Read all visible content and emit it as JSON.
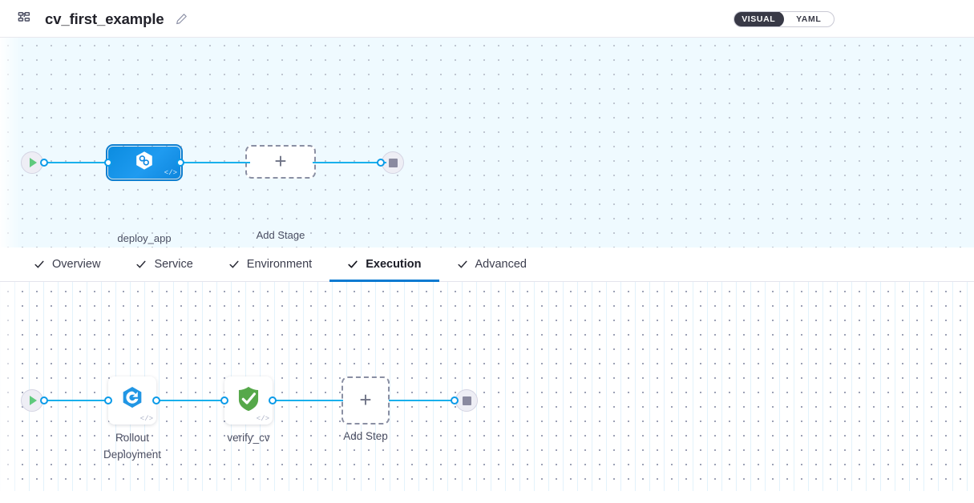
{
  "header": {
    "pipeline_icon": "pipeline-icon",
    "title": "cv_first_example",
    "edit_icon": "pencil-edit-icon",
    "view_toggle": {
      "options": [
        {
          "label": "VISUAL",
          "active": true
        },
        {
          "label": "YAML",
          "active": false
        }
      ]
    }
  },
  "stage_canvas": {
    "background_color": "#effaff",
    "start_node": {
      "name": "pipeline-start",
      "icon": "play-icon"
    },
    "end_node": {
      "name": "pipeline-end",
      "icon": "stop-icon"
    },
    "stages": [
      {
        "label": "deploy_app",
        "icon": "harness-deploy-icon",
        "code_glyph": "</>",
        "selected": true,
        "accent": "#0d8fe3"
      }
    ],
    "add_stage": {
      "label": "Add Stage",
      "icon": "plus-icon"
    }
  },
  "tabs": [
    {
      "label": "Overview",
      "icon": "check-icon",
      "active": false
    },
    {
      "label": "Service",
      "icon": "check-icon",
      "active": false
    },
    {
      "label": "Environment",
      "icon": "check-icon",
      "active": false
    },
    {
      "label": "Execution",
      "icon": "check-icon",
      "active": true
    },
    {
      "label": "Advanced",
      "icon": "check-icon",
      "active": false
    }
  ],
  "execution_canvas": {
    "background_color": "#ffffff",
    "start_node": {
      "name": "execution-start",
      "icon": "play-icon"
    },
    "end_node": {
      "name": "execution-end",
      "icon": "stop-icon"
    },
    "steps": [
      {
        "label": "Rollout\nDeployment",
        "icon": "kubernetes-rollout-icon",
        "code_glyph": "</>",
        "accent": "#1f8ddb"
      },
      {
        "label": "verify_cv",
        "icon": "shield-check-icon",
        "code_glyph": "</>",
        "accent": "#5aa84b"
      }
    ],
    "add_step": {
      "label": "Add Step",
      "icon": "plus-icon"
    }
  }
}
